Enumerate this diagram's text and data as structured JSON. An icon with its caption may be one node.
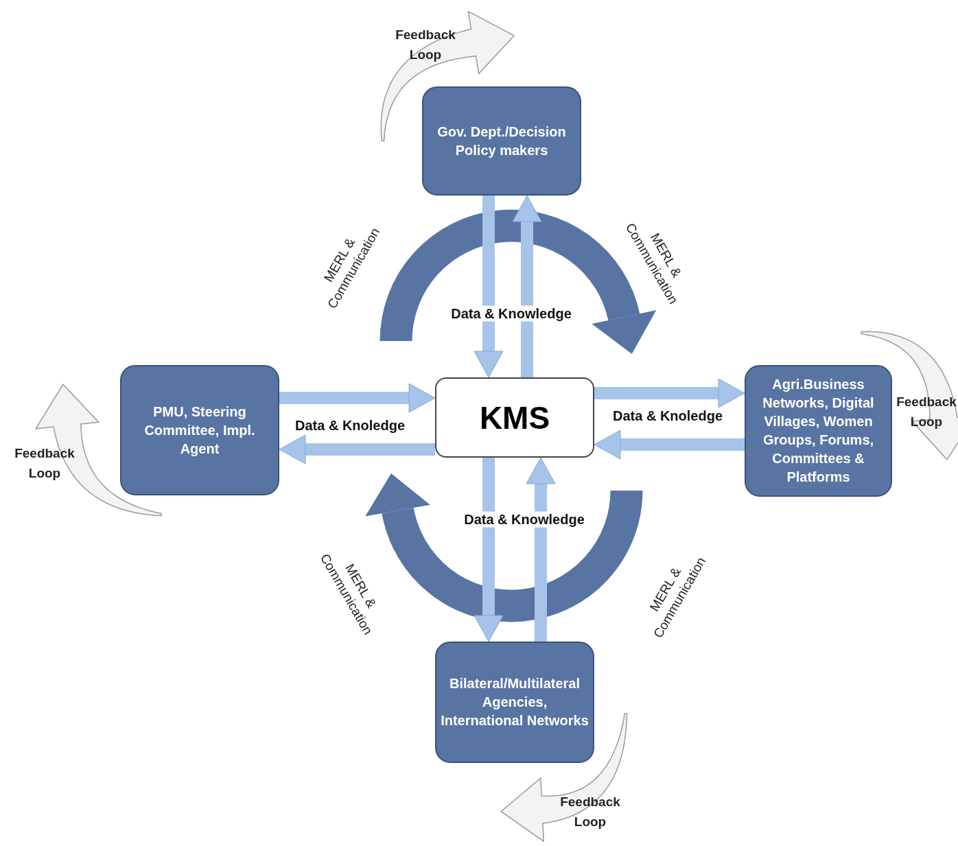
{
  "diagram": {
    "nodes": [
      {
        "text": [
          "Gov. Dept./Decision Policy makers"
        ]
      },
      {
        "text": [
          "PMU, Steering Committee, Impl. Agent"
        ]
      },
      {
        "text": [
          "KMS"
        ]
      },
      {
        "text": [
          "Agri.Business Networks, Digital Villages, Women Groups, Forums, Committees & Platforms"
        ]
      },
      {
        "text": [
          "Bilateral/Multilateral Agencies, International Networks"
        ]
      }
    ],
    "edges": [
      {
        "from": 0,
        "to": 2,
        "arrow": "to",
        "label": "Data & Knowledge"
      },
      {
        "from": 2,
        "to": 0,
        "arrow": "to"
      },
      {
        "from": 1,
        "to": 2,
        "arrow": "to",
        "label": "Data & Knoledge"
      },
      {
        "from": 2,
        "to": 1,
        "arrow": "to"
      },
      {
        "from": 2,
        "to": 3,
        "arrow": "to",
        "label": "Data & Knoledge"
      },
      {
        "from": 3,
        "to": 2,
        "arrow": "to"
      },
      {
        "from": 2,
        "to": 4,
        "arrow": "to",
        "label": "Data & Knowledge"
      },
      {
        "from": 4,
        "to": 2,
        "arrow": "to"
      }
    ],
    "labels": [
      "Feedback Loop",
      "MERL & Communication",
      "MERL & Communication",
      "Feedback Loop",
      "Feedback Loop",
      "MERL & Communication",
      "MERL & Communication",
      "Feedback Loop"
    ]
  }
}
